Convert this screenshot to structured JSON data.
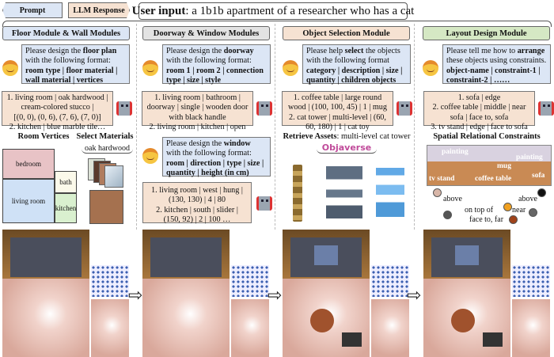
{
  "legend": {
    "prompt": "Prompt",
    "response": "LLM Response"
  },
  "user_input": {
    "label": "User input",
    "text": ": a 1b1b apartment of a researcher who has a cat"
  },
  "columns": [
    {
      "header": "Floor Module & Wall Modules",
      "header_color": "#dce6f5",
      "prompt": {
        "pre": "Please design the ",
        "bold": "floor plan",
        "post": " with the following format:",
        "format": "room type | floor material | wall material | vertices"
      },
      "response": [
        "1. living room | oak hardwood |",
        "cream-colored stucco |",
        "[(0, 0), (0, 6), (7, 6), (7, 0)]",
        "2. kitchen | blue marble tile…"
      ],
      "room_vertices_title": "Room Vertices",
      "rooms": [
        "bedroom",
        "living room",
        "bath",
        "kitchen"
      ],
      "materials_title": "Select Materials",
      "material": "oak hardwood"
    },
    {
      "header": "Doorway & Window Modules",
      "header_color": "#e3e3e3",
      "prompt": {
        "pre": "Please design the ",
        "bold": "doorway",
        "post": " with the following format:",
        "format": "room 1 | room 2 | connection type | size | style"
      },
      "response": [
        "1. living room | bathroom |",
        "doorway | single | wooden door",
        "with black handle",
        "2. living room | kitchen | open"
      ],
      "prompt2": {
        "pre": "Please design the ",
        "bold": "window",
        "post": " with the following format:",
        "format": "room | direction | type | size | quantity | height (in cm)"
      },
      "response2": [
        "1. living room | west | hung |",
        "(130, 130) | 4 | 80",
        "2. kitchen | south | slider |",
        "(150, 92) | 2 | 100 …"
      ]
    },
    {
      "header": "Object Selection Module",
      "header_color": "#f6e2d2",
      "prompt": {
        "pre": "Please help ",
        "bold": "select",
        "post": " the objects with the following format",
        "format": "category | description | size | quantity | children objects"
      },
      "response": [
        "1. coffee table | large round",
        "wood | (100, 100, 45) | 1 | mug",
        "2. cat tower | multi-level | (60,",
        "60, 180) | 1 | cat toy"
      ],
      "retrieve_label": "Retrieve Assets",
      "retrieve_text": ": multi-level cat tower",
      "source": "Objaverse"
    },
    {
      "header": "Layout Design Module",
      "header_color": "#d5e8c4",
      "prompt": {
        "pre": "Please tell me how to ",
        "bold": "arrange",
        "post": " these objects using constraints.",
        "format": "object-name | constraint-1 | constraint-2 | ……"
      },
      "response": [
        "1. sofa | edge",
        "2. coffee table | middle | near",
        "sofa | face to, sofa",
        "3. tv stand | edge | face to sofa"
      ],
      "constraints_title": "Spatial Relational Constraints",
      "scene_labels": [
        "painting",
        "painting",
        "mug",
        "tv stand",
        "coffee table",
        "sofa"
      ],
      "graph_labels": [
        "above",
        "above",
        "on top of",
        "near",
        "face to, far"
      ]
    }
  ],
  "colors": {
    "prompt_bg": "#dce6f5",
    "response_bg": "#f6e2d2",
    "objaverse_start": "#e0407a",
    "objaverse_end": "#7a5bd6"
  }
}
